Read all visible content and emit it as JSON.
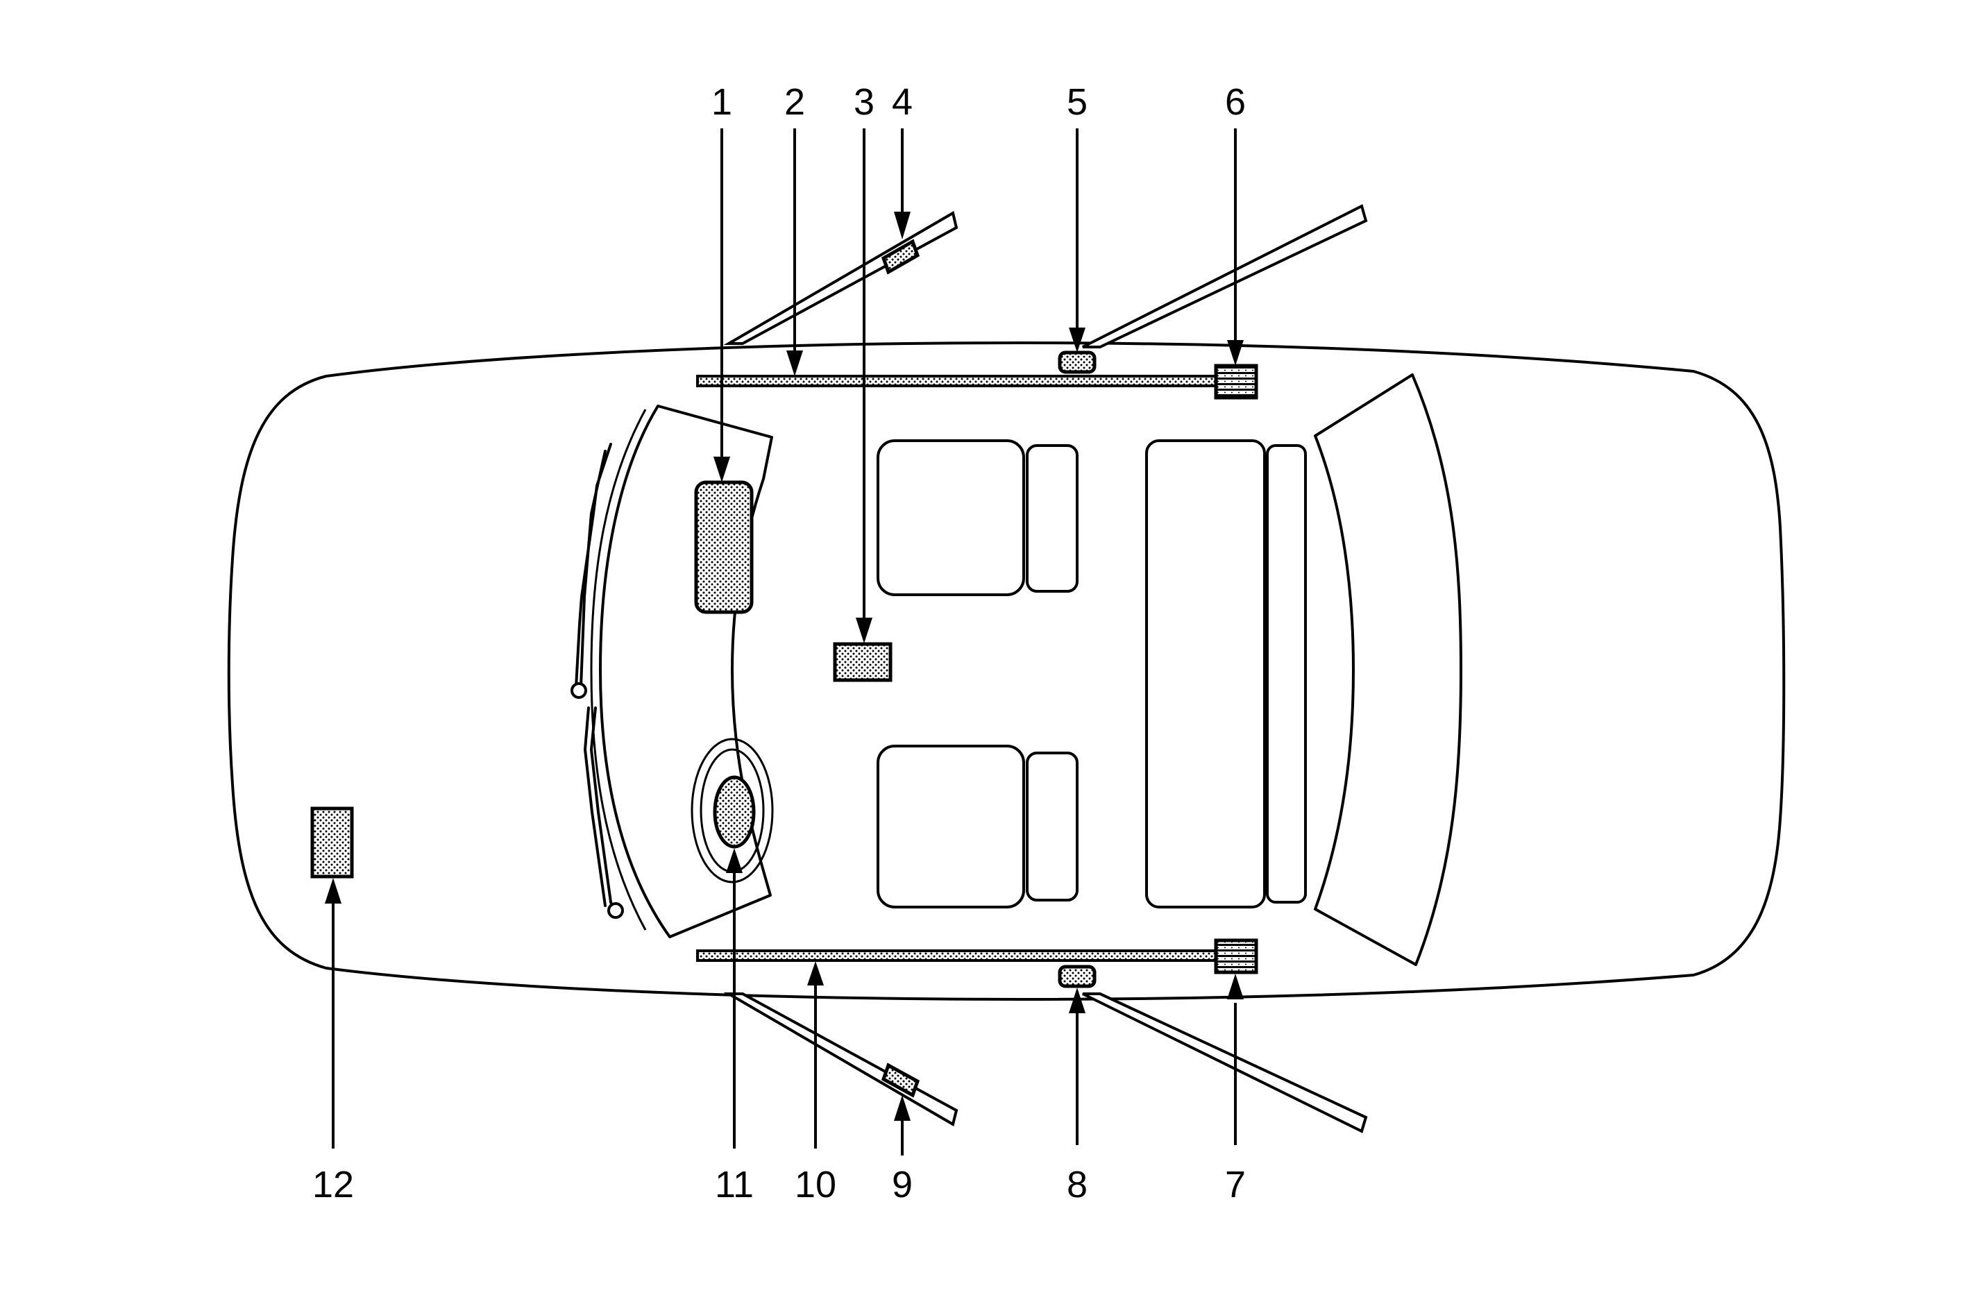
{
  "callouts": [
    {
      "id": 1,
      "label": "1"
    },
    {
      "id": 2,
      "label": "2"
    },
    {
      "id": 3,
      "label": "3"
    },
    {
      "id": 4,
      "label": "4"
    },
    {
      "id": 5,
      "label": "5"
    },
    {
      "id": 6,
      "label": "6"
    },
    {
      "id": 7,
      "label": "7"
    },
    {
      "id": 8,
      "label": "8"
    },
    {
      "id": 9,
      "label": "9"
    },
    {
      "id": 10,
      "label": "10"
    },
    {
      "id": 11,
      "label": "11"
    },
    {
      "id": 12,
      "label": "12"
    }
  ],
  "colors": {
    "line": "#000000",
    "background": "#ffffff",
    "component_fill": "#bdbdbd"
  }
}
